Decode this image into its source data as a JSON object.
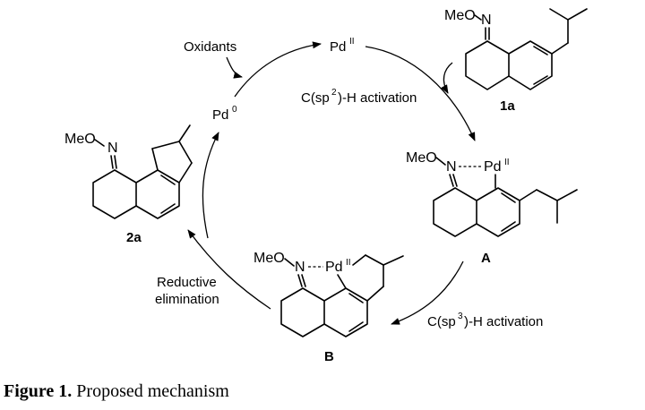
{
  "diagram": {
    "labels": {
      "oxidants": "Oxidants",
      "pd_ii": "Pd",
      "pd_ii_ox": "II",
      "pd_0": "Pd",
      "pd_0_ox": "0",
      "csp2_pre": "C(sp",
      "csp2_sup": "2",
      "csp2_post": ")-H activation",
      "csp3_pre": "C(sp",
      "csp3_sup": "3",
      "csp3_post": ")-H activation",
      "reductive_1": "Reductive",
      "reductive_2": "elimination"
    },
    "compounds": {
      "c1a": {
        "label": "1a",
        "meo": "MeO",
        "n": "N"
      },
      "cA": {
        "label": "A",
        "meo": "MeO",
        "n": "N",
        "pd": "Pd",
        "pd_ox": "II"
      },
      "cB": {
        "label": "B",
        "meo": "MeO",
        "n": "N",
        "pd": "Pd",
        "pd_ox": "II"
      },
      "c2a": {
        "label": "2a",
        "meo": "MeO",
        "n": "N"
      }
    }
  },
  "caption": {
    "figure": "Figure 1.",
    "text": "Proposed mechanism"
  }
}
